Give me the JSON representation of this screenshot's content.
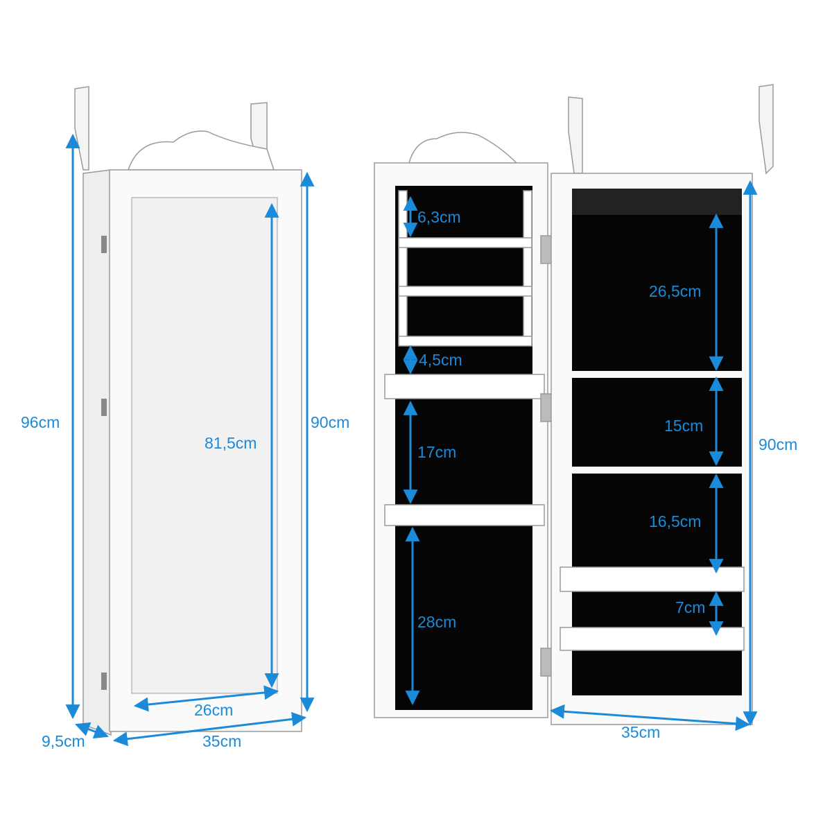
{
  "colors": {
    "dimension": "#1b8ad9",
    "cabinet": "#ffffff",
    "lining": "#050505"
  },
  "closed_view": {
    "total_height": "96cm",
    "mirror_height": "81,5cm",
    "body_height": "90cm",
    "mirror_width": "26cm",
    "depth": "9,5cm",
    "width": "35cm"
  },
  "open_view": {
    "door": {
      "earring_rack_gap": "6,3cm",
      "lower_rack_gap": "4,5cm",
      "middle_section": "17cm",
      "bottom_section": "28cm"
    },
    "cabinet": {
      "top_compartment": "26,5cm",
      "second_compartment": "15cm",
      "third_compartment": "16,5cm",
      "small_compartment": "7cm",
      "height": "90cm",
      "width": "35cm"
    }
  }
}
